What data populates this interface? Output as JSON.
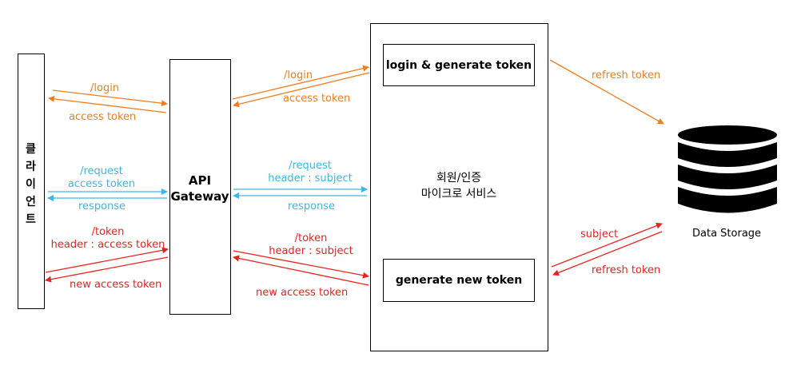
{
  "nodes": {
    "client": "클\n라\n이\n언\n트",
    "gateway": "API\nGateway",
    "service": "회원/인증\n마이크로 서비스",
    "login_box": "login & generate token",
    "new_token_box": "generate new token",
    "storage": "Data Storage"
  },
  "edges": {
    "c_login": "/login",
    "c_access_token": "access token",
    "c_request": "/request\naccess token",
    "c_response": "response",
    "c_token": "/token\nheader : access token",
    "c_new_access": "new access token",
    "g_login": "/login",
    "g_access_token": "access token",
    "g_request": "/request\nheader : subject",
    "g_response": "response",
    "g_token": "/token\nheader : subject",
    "g_new_access": "new access token",
    "s_refresh_top": "refresh token",
    "s_subject": "subject",
    "s_refresh_bottom": "refresh token"
  },
  "colors": {
    "orange": "#f07d1e",
    "blue": "#3fb6e6",
    "red": "#e8231f"
  }
}
